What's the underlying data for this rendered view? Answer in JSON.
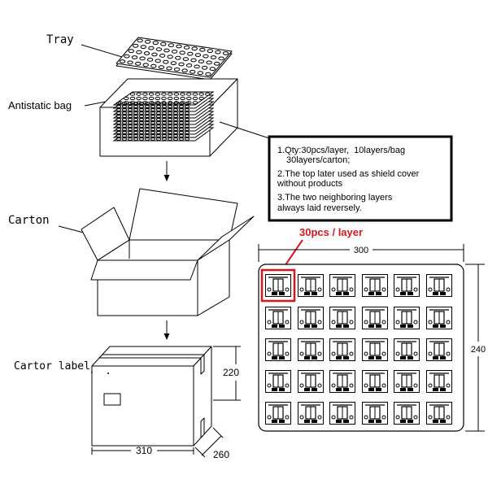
{
  "labels": {
    "tray": "Tray",
    "antistatic_bag": "Antistatic bag",
    "carton": "Carton",
    "carton_label": "Cartor label"
  },
  "carton_dimensions": {
    "height": "220",
    "depth": "260",
    "width": "310"
  },
  "note": {
    "lines": [
      "1.Qty:30pcs/layer,  10layers/bag",
      "30layers/carton;",
      "2.The top later used as shield cover",
      "without products",
      "3.The two neighboring layers",
      "always laid reversely."
    ]
  },
  "tray_view": {
    "callout": "30pcs / layer",
    "width_dim": "300",
    "height_dim": "240"
  },
  "colors": {
    "callout": "#d9161c",
    "line": "#000000"
  }
}
